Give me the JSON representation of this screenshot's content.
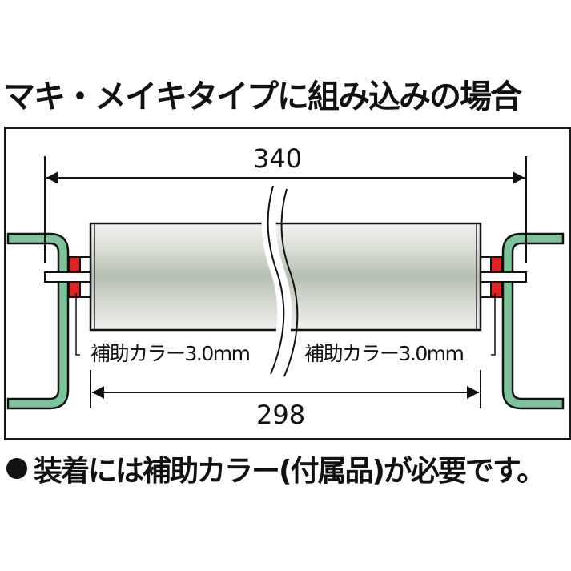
{
  "title": "マキ・メイキタイプに組み込みの場合",
  "diagram": {
    "overall_dimension": "340",
    "inner_dimension": "298",
    "left_collar_label": "補助カラー3.0mm",
    "right_collar_label": "補助カラー3.0mm",
    "colors": {
      "frame_green": "#7cc39a",
      "collar_red": "#e02424",
      "roller_light": "#eeeee8",
      "roller_mid": "#b9c1b3",
      "outline": "#111111"
    }
  },
  "note": "装着には補助カラー(付属品)が必要です。"
}
